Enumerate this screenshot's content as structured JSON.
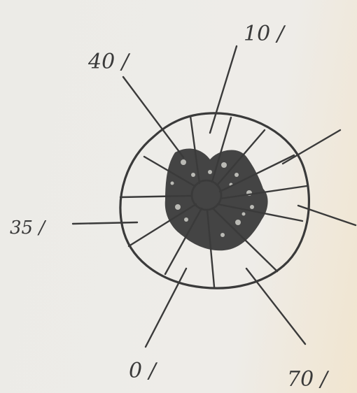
{
  "labels": {
    "top": "10 /",
    "upper_left": "40 /",
    "left": "35 /",
    "bottom_left": "0 /",
    "bottom_right": "70 /"
  }
}
